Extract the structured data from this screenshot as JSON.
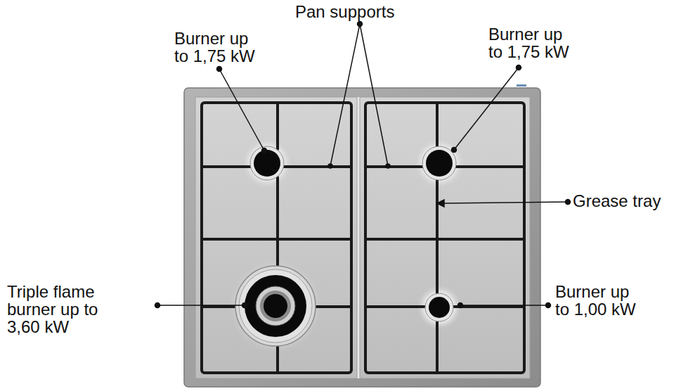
{
  "diagram": {
    "labels": [
      "Pan supports",
      "Burner up to 1,75 kW",
      "Burner up to 1,75 kW",
      "Grease tray",
      "Triple flame burner up to 3,60 kW",
      "Burner up to 1,00 kW"
    ]
  }
}
